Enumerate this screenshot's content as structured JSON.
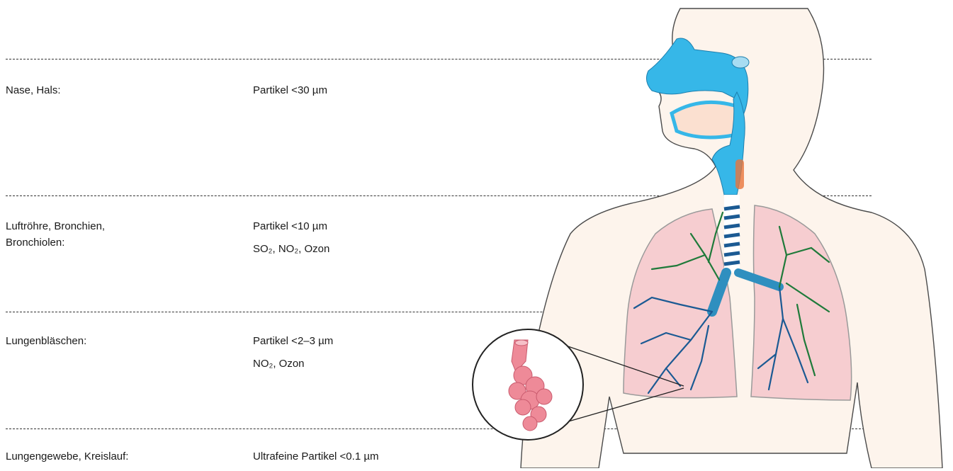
{
  "rows": [
    {
      "region": "Nase, Hals:",
      "agents": [
        "Partikel <30 µm"
      ]
    },
    {
      "region_lines": [
        "Luftröhre, Bronchien,",
        "Bronchiolen:"
      ],
      "agents": [
        "Partikel <10 µm",
        "SO₂, NO₂, Ozon"
      ]
    },
    {
      "region": "Lungenbläschen:",
      "agents": [
        "Partikel <2–3 µm",
        "NO₂, Ozon"
      ]
    },
    {
      "region": "Lungengewebe, Kreislauf:",
      "agents": [
        "Ultrafeine Partikel <0.1 µm"
      ]
    }
  ],
  "colors": {
    "skin": "#fdf4ec",
    "outline": "#4a4a4a",
    "airway": "#36b7e8",
    "lung": "#f6cdd0",
    "bronchi_right": "#1b5a93",
    "bronchi_left": "#1f7a3a",
    "alveoli": "#ee8a98"
  }
}
